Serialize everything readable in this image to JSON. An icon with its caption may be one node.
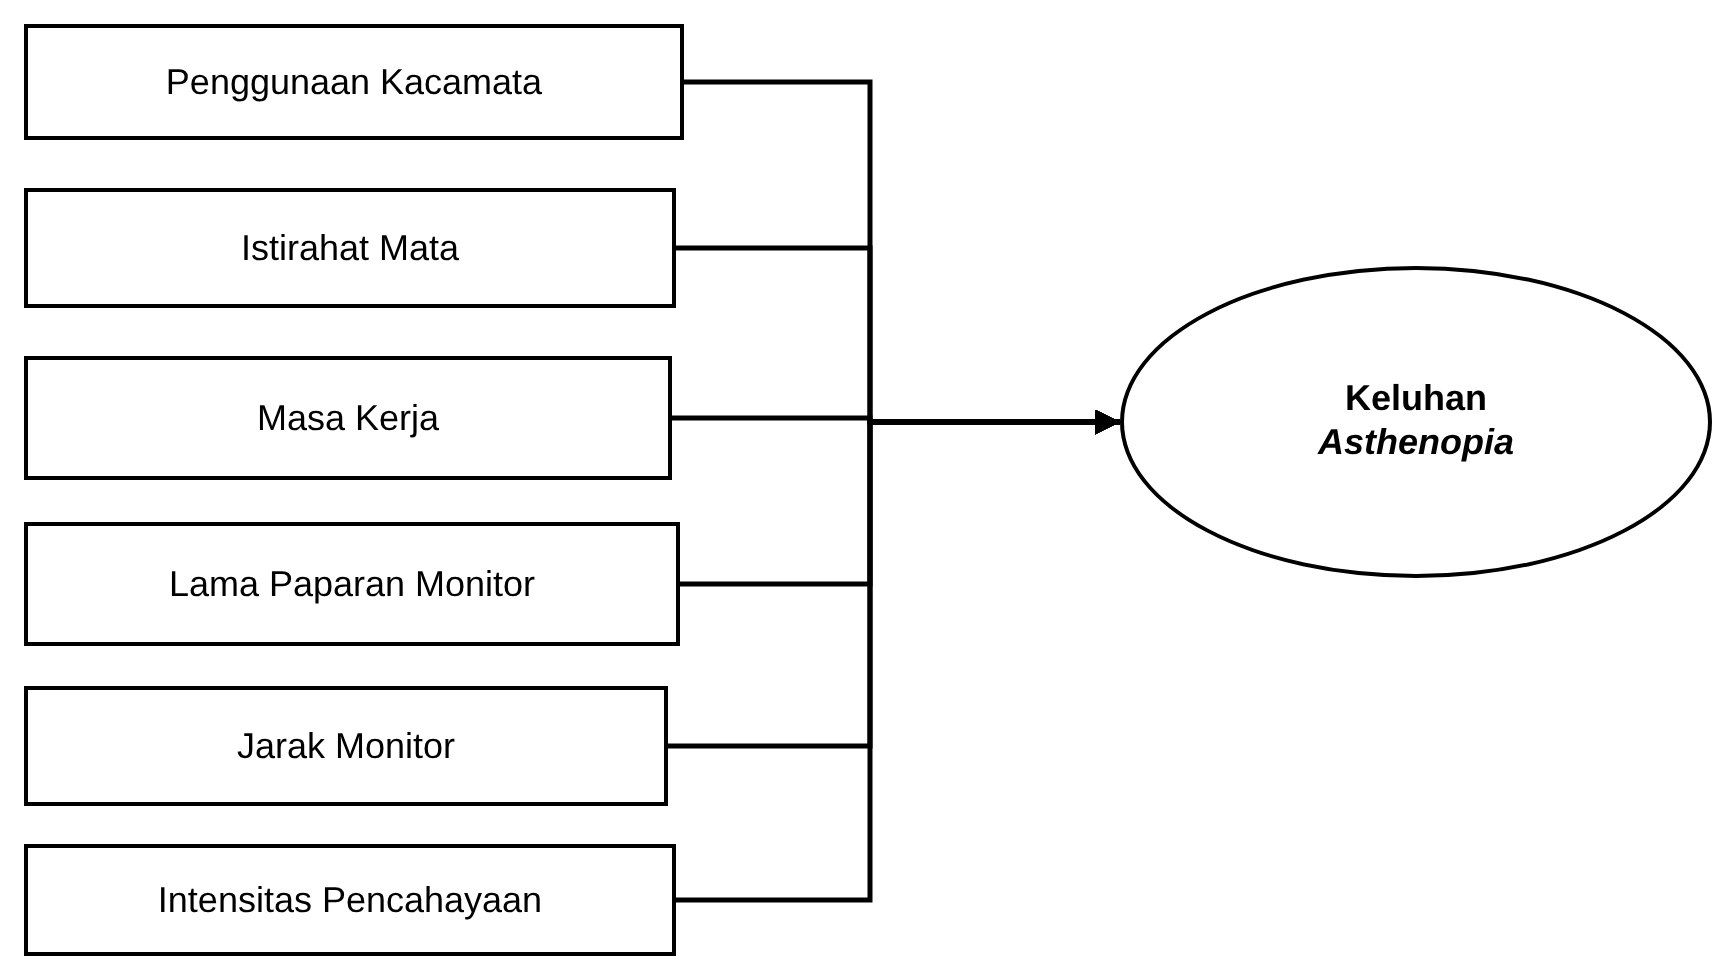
{
  "diagram": {
    "nodes": [
      {
        "text": [
          "Penggunaan Kacamata"
        ]
      },
      {
        "text": [
          "Istirahat Mata"
        ]
      },
      {
        "text": [
          "Masa Kerja"
        ]
      },
      {
        "text": [
          "Lama Paparan Monitor"
        ]
      },
      {
        "text": [
          "Jarak Monitor"
        ]
      },
      {
        "text": [
          "Intensitas Pencahayaan"
        ]
      },
      {
        "text": [
          "Keluhan *Asthenopia*"
        ]
      }
    ],
    "edges": [
      {
        "from": 0,
        "to": 6,
        "arrow": "to"
      },
      {
        "from": 1,
        "to": 6,
        "arrow": "to"
      },
      {
        "from": 2,
        "to": 6,
        "arrow": "to"
      },
      {
        "from": 3,
        "to": 6,
        "arrow": "to"
      },
      {
        "from": 4,
        "to": 6,
        "arrow": "to"
      },
      {
        "from": 5,
        "to": 6,
        "arrow": "to"
      }
    ]
  }
}
